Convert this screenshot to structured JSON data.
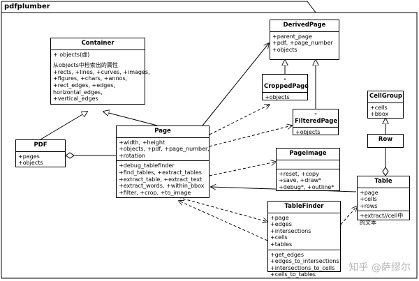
{
  "package": {
    "name": "pdfplumber"
  },
  "classes": {
    "container": {
      "name": "Container",
      "sections": [
        [
          "+ objects(虚)",
          "",
          "从objects中检索出的属性",
          "+rects, +lines, +curves, +images,",
          "+figures, +chars, +annos,",
          "+rect_edges, +edges,",
          "horizontal_edges,",
          "+vertical_edges"
        ]
      ]
    },
    "pdf": {
      "name": "PDF",
      "sections": [
        [
          "+pages",
          "+objects"
        ]
      ]
    },
    "page": {
      "name": "Page",
      "sections": [
        [
          "+width, +height",
          "+objects, +pdf, +page_number,",
          "+rotation"
        ],
        [
          "+debug_tablefinder",
          "+find_tables, +extract_tables",
          "+extract_table, +extract_text",
          "+extract_words, +within_bbox",
          "+filter, +crop, +to_image"
        ]
      ]
    },
    "derived_page": {
      "name": "DerivedPage",
      "sections": [
        [
          "+parent_page",
          "+pdf, +page_number",
          "+objects"
        ]
      ]
    },
    "cropped_page": {
      "name": "-CroppedPage",
      "sections": [
        [
          "+objects"
        ]
      ]
    },
    "filtered_page": {
      "name": "-FilteredPage",
      "sections": [
        [
          "+objects"
        ]
      ]
    },
    "page_image": {
      "name": "PageImage",
      "sections": [
        [
          ""
        ],
        [
          "+reset, +copy",
          "+save, +draw*",
          "+debug*, +outline*"
        ]
      ]
    },
    "table_finder": {
      "name": "TableFinder",
      "sections": [
        [
          "+page",
          "+edges",
          "+intersections",
          "+cells",
          "+tables"
        ],
        [
          "+get_edges",
          "+edges_to_intersections",
          "+intersections_to_cells",
          "+cells_to_tables"
        ]
      ]
    },
    "cell_group": {
      "name": "CellGroup",
      "sections": [
        [
          "+cells",
          "+bbox"
        ]
      ]
    },
    "row": {
      "name": "Row",
      "sections": [
        [
          ""
        ]
      ]
    },
    "table": {
      "name": "Table",
      "sections": [
        [
          "+page",
          "+cells",
          "+rows"
        ],
        [
          "+extract//cell中",
          "的文本"
        ]
      ]
    }
  },
  "watermark": {
    "text": "知乎 @萨缪尔"
  }
}
